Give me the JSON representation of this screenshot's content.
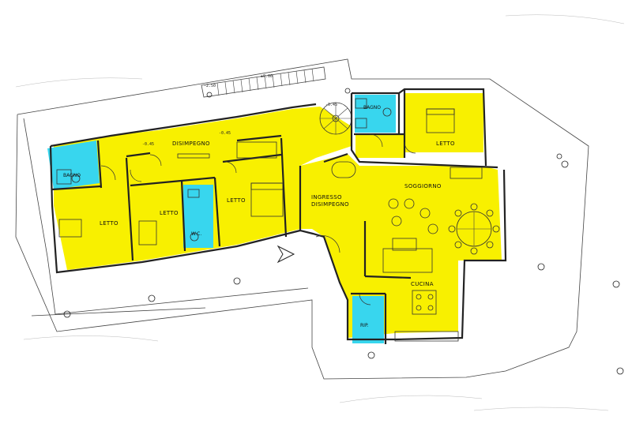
{
  "colors": {
    "room_yellow": "#f8f000",
    "room_cyan": "#38d6ee",
    "wall": "#222222",
    "background": "#ffffff"
  },
  "rooms": {
    "disimpegno_top": "DISIMPEGNO",
    "bagno_left": "BAGNO",
    "letto_1": "LETTO",
    "letto_2": "LETTO",
    "letto_3": "LETTO",
    "wc": "W.C.",
    "ingresso_line1": "INGRESSO",
    "ingresso_line2": "DISIMPEGNO",
    "bagno_top": "BAGNO",
    "letto_4": "LETTO",
    "soggiorno": "SOGGIORNO",
    "cucina": "CUCINA",
    "rip": "RIP."
  },
  "dimensions": {
    "stair_level": "-2.50",
    "level_top": "-2.50",
    "stair_note": "±0.00",
    "level_a": "-0.45",
    "level_b": "-0.45",
    "level_c": "-0.45"
  },
  "icons": {
    "entrance": "entrance-arrow-icon",
    "tree": "tree-icon"
  }
}
